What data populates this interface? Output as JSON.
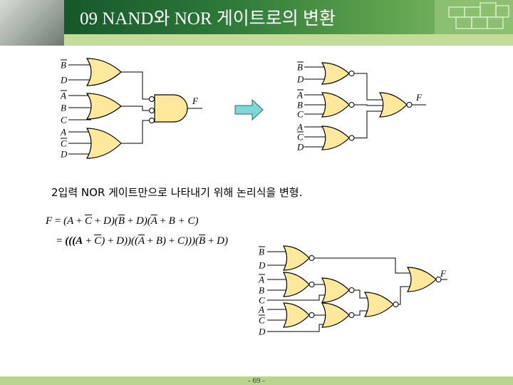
{
  "slide": {
    "title": "09 NAND와 NOR 게이트로의 변환",
    "page_number": "- 69 -",
    "caption": "2입력 NOR 게이트만으로 나타내기 위해 논리식을 변형.",
    "eq1": {
      "lhs": "F",
      "eq": "=",
      "t1": "(A",
      "plus1": "+",
      "cbar": "C",
      "plus2": "+",
      "d1": "D)(",
      "bbar": "B",
      "plus3": "+",
      "d2": "D)(",
      "abar": "A",
      "plus4": "+",
      "bc": "B + C)"
    },
    "eq2": {
      "eq": "=",
      "t1": "(((A",
      "plus1": "+",
      "cbar": "C",
      "t2": ")",
      "plus2": "+",
      "d1": "D))((",
      "abar": "A",
      "plus3": "+",
      "b": "B)",
      "plus4": "+",
      "c": "C)))(",
      "bbar": "B",
      "plus5": "+",
      "d2": "D)"
    }
  },
  "circuit_left": {
    "inputs": [
      "B",
      "D",
      "A",
      "B",
      "C",
      "A",
      "C",
      "D"
    ],
    "overbar": [
      true,
      false,
      true,
      false,
      false,
      false,
      true,
      false
    ],
    "output": "F"
  },
  "circuit_right": {
    "inputs": [
      "B",
      "D",
      "A",
      "B",
      "C",
      "A",
      "C",
      "D"
    ],
    "overbar": [
      true,
      false,
      true,
      false,
      false,
      false,
      true,
      false
    ],
    "output": "F"
  },
  "circuit_bottom": {
    "inputs": [
      "B",
      "D",
      "A",
      "B",
      "C",
      "A",
      "C",
      "D"
    ],
    "overbar": [
      true,
      false,
      true,
      false,
      false,
      false,
      true,
      false
    ],
    "output": "F"
  },
  "arrow_color": "#7fd8d8",
  "gate_color": "#fde89c"
}
